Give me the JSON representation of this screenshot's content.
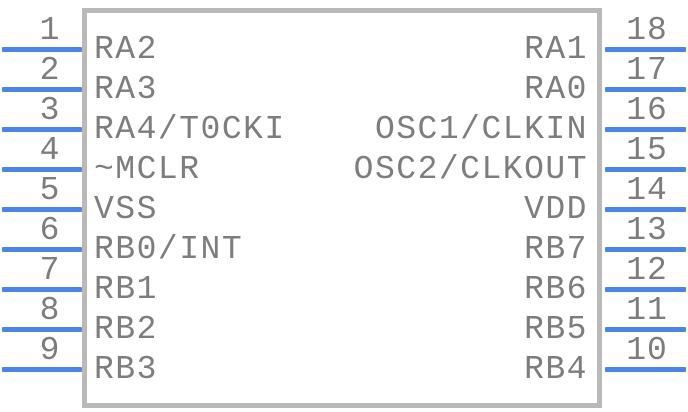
{
  "pinout": {
    "component_type": "18-pin DIP IC pinout diagram",
    "colors": {
      "pin_line": "#4a86e8",
      "body_border": "#b9b9b9",
      "text": "#7d7d7d",
      "background": "#ffffff"
    },
    "left_pins": [
      {
        "number": "1",
        "label": "RA2"
      },
      {
        "number": "2",
        "label": "RA3"
      },
      {
        "number": "3",
        "label": "RA4/T0CKI"
      },
      {
        "number": "4",
        "label": "~MCLR"
      },
      {
        "number": "5",
        "label": "VSS"
      },
      {
        "number": "6",
        "label": "RB0/INT"
      },
      {
        "number": "7",
        "label": "RB1"
      },
      {
        "number": "8",
        "label": "RB2"
      },
      {
        "number": "9",
        "label": "RB3"
      }
    ],
    "right_pins": [
      {
        "number": "18",
        "label": "RA1"
      },
      {
        "number": "17",
        "label": "RA0"
      },
      {
        "number": "16",
        "label": "OSC1/CLKIN"
      },
      {
        "number": "15",
        "label": "OSC2/CLKOUT"
      },
      {
        "number": "14",
        "label": "VDD"
      },
      {
        "number": "13",
        "label": "RB7"
      },
      {
        "number": "12",
        "label": "RB6"
      },
      {
        "number": "11",
        "label": "RB5"
      },
      {
        "number": "10",
        "label": "RB4"
      }
    ]
  }
}
